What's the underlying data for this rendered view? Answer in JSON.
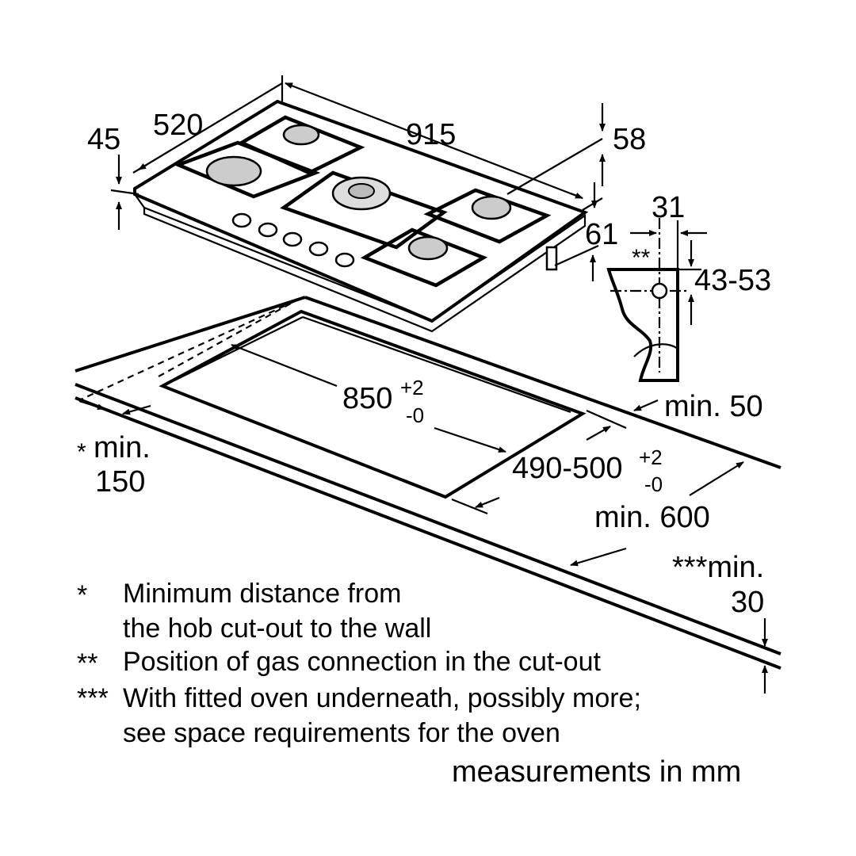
{
  "dimensions": {
    "depth": "45",
    "width_depth": "520",
    "width": "915",
    "height_top": "58",
    "height_bottom": "61",
    "gas_offset": "31",
    "gas_marker": "**",
    "gas_height": "43-53",
    "cutout_width": "850",
    "cutout_width_tol_plus": "+2",
    "cutout_width_tol_minus": "-0",
    "cutout_depth": "490-500",
    "cutout_depth_tol_plus": "+2",
    "cutout_depth_tol_minus": "-0",
    "min_back": "min. 50",
    "min_side_star": "*",
    "min_side_label": "min.",
    "min_side_value": "150",
    "min_worktop": "min. 600",
    "min_below_label": "***min.",
    "min_below_value": "30"
  },
  "notes": [
    {
      "marker": "*",
      "text": "Minimum distance from"
    },
    {
      "marker": "",
      "text": "the hob cut-out to the wall"
    },
    {
      "marker": "**",
      "text": "Position of gas connection in the cut-out"
    },
    {
      "marker": "***",
      "text": "With fitted oven underneath, possibly more;"
    },
    {
      "marker": "",
      "text": "see space requirements for the oven"
    }
  ],
  "units": "measurements in mm"
}
